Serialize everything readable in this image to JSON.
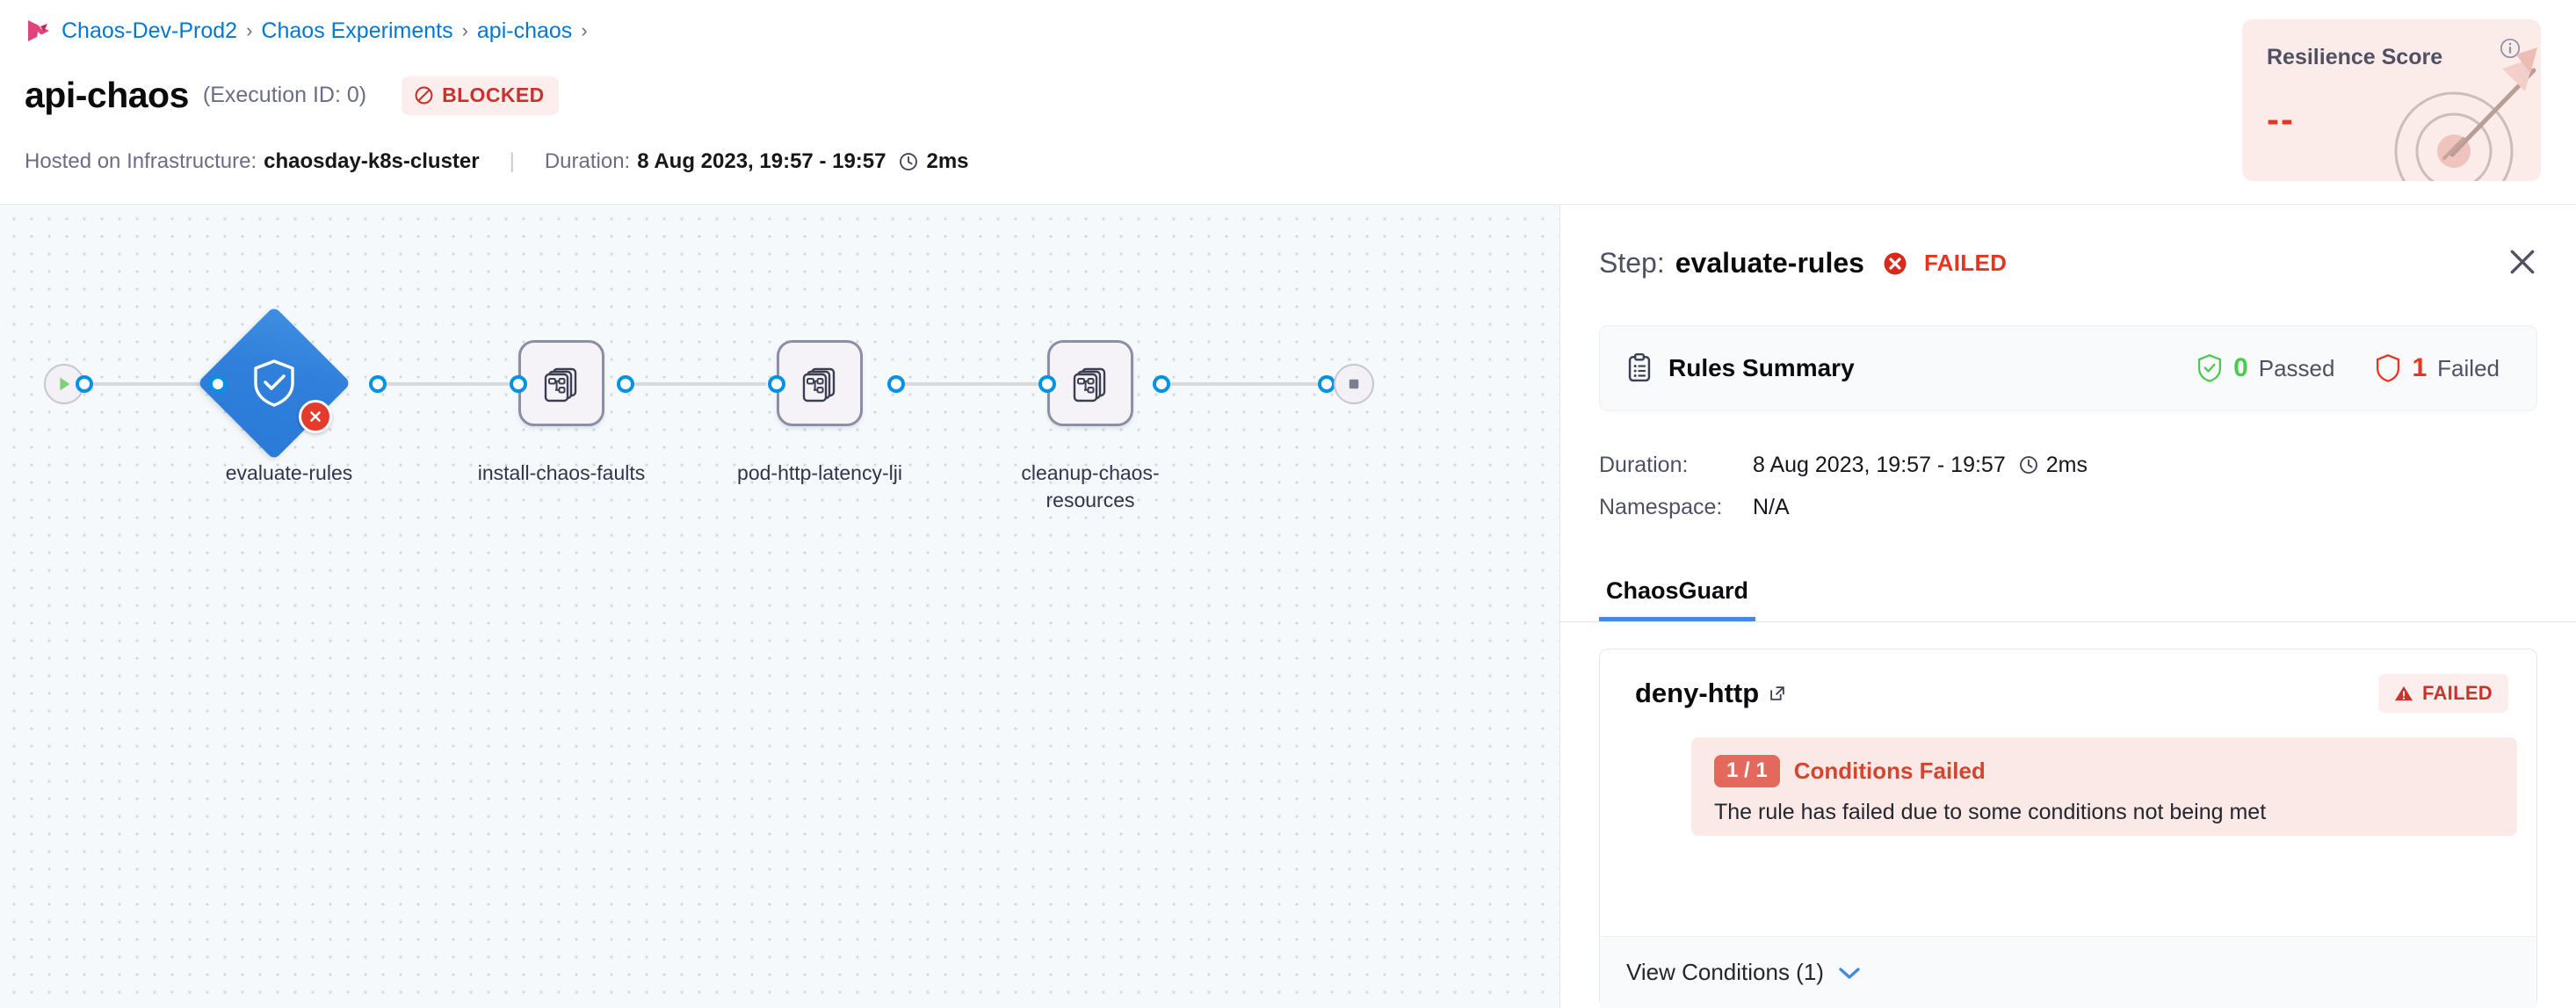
{
  "breadcrumb": {
    "logo_icon": "harness-logo-icon",
    "items": [
      "Chaos-Dev-Prod2",
      "Chaos Experiments",
      "api-chaos"
    ],
    "separator": "›",
    "trailing_separator": "›"
  },
  "header": {
    "title": "api-chaos",
    "execution_id": "(Execution ID: 0)",
    "status_badge": {
      "label": "BLOCKED",
      "icon": "blocked-circle-slash-icon",
      "color": "#c8342b",
      "bg": "#fdeeee"
    },
    "meta": {
      "infra_label": "Hosted on Infrastructure:",
      "infra_value": "chaosday-k8s-cluster",
      "divider": "|",
      "duration_label": "Duration:",
      "duration_value": "8 Aug 2023, 19:57 - 19:57",
      "clock_icon": "clock-icon",
      "duration_ms": "2ms"
    }
  },
  "resilience": {
    "title": "Resilience Score",
    "value": "--",
    "info_icon": "info-icon",
    "art_icon": "target-dart-icon",
    "bg": "#fbecea",
    "value_color": "#e8341f"
  },
  "pipeline": {
    "start_icon": "play-icon",
    "end_icon": "stop-icon",
    "nodes": [
      {
        "id": "evaluate-rules",
        "label": "evaluate-rules",
        "shape": "diamond",
        "icon": "shield-check-icon",
        "status": "failed",
        "status_icon": "error-x-icon"
      },
      {
        "id": "install-chaos-faults",
        "label": "install-chaos-faults",
        "shape": "box",
        "icon": "chaos-faults-stack-icon",
        "status": "none"
      },
      {
        "id": "pod-http-latency-lji",
        "label": "pod-http-latency-lji",
        "shape": "box",
        "icon": "chaos-faults-stack-icon",
        "status": "none"
      },
      {
        "id": "cleanup-chaos-resources",
        "label": "cleanup-chaos-resources",
        "shape": "box",
        "icon": "chaos-faults-stack-icon",
        "status": "none"
      }
    ]
  },
  "panel": {
    "step_prefix": "Step:",
    "step_name": "evaluate-rules",
    "step_status": "FAILED",
    "step_status_icon": "error-x-icon",
    "close_icon": "close-icon",
    "rules_summary": {
      "icon": "clipboard-icon",
      "title": "Rules Summary",
      "passed_count": "0",
      "passed_label": "Passed",
      "passed_icon": "shield-check-icon",
      "failed_count": "1",
      "failed_label": "Failed",
      "failed_icon": "shield-outline-icon"
    },
    "details": {
      "duration_key": "Duration:",
      "duration_value": "8 Aug 2023, 19:57 - 19:57",
      "duration_clock_icon": "clock-icon",
      "duration_ms": "2ms",
      "namespace_key": "Namespace:",
      "namespace_value": "N/A"
    },
    "tabs": [
      {
        "label": "ChaosGuard",
        "active": true
      }
    ],
    "rule": {
      "name": "deny-http",
      "external_link_icon": "external-link-icon",
      "status_label": "FAILED",
      "status_icon": "warning-triangle-icon",
      "condition_pill": "1 / 1",
      "condition_label": "Conditions Failed",
      "condition_desc": "The rule has failed due to some conditions not being met",
      "view_conditions_label": "View Conditions (1)",
      "view_conditions_icon": "chevron-down-icon"
    }
  }
}
